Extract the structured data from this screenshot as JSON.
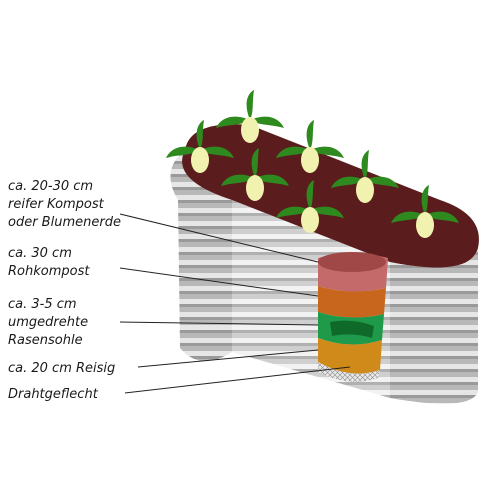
{
  "labels": {
    "topsoil": [
      "ca. 20-30 cm",
      "reifer Kompost",
      "oder Blumenerde"
    ],
    "raw_compost": [
      "ca. 30 cm",
      "Rohkompost"
    ],
    "sod": [
      "ca. 3-5 cm",
      "umgedrehte",
      "Rasensohle"
    ],
    "brushwood": [
      "ca. 20 cm Reisig"
    ],
    "wire_mesh": [
      "Drahtgeflecht"
    ]
  },
  "colors": {
    "soil_surface": "#5a1c1c",
    "topsoil_layer": "#c46a6a",
    "raw_compost_layer": "#c8661e",
    "sod_layer": "#1f9a4a",
    "brushwood_layer": "#d08a1a",
    "wire_mesh": "#bfbfbf",
    "steel": "#b4b4b4",
    "plant_leaf": "#2e8a1e",
    "plant_core": "#f2f2b0"
  }
}
